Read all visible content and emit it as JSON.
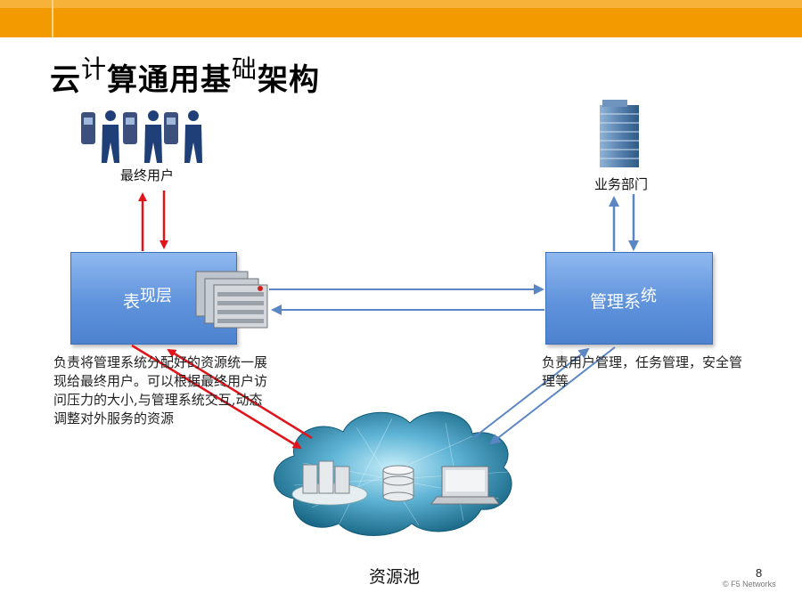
{
  "header": {
    "accent_color": "#f39a00"
  },
  "title": {
    "part1": "云",
    "part2": "计",
    "part3": "算通用基",
    "part4": "础",
    "part5": "架构"
  },
  "nodes": {
    "end_users": {
      "label": "最终用户",
      "icon": "users-and-phones-icon"
    },
    "business_dept": {
      "label": "业务部门",
      "icon": "office-building-icon"
    },
    "presentation_layer": {
      "label_part1": "表",
      "label_part2": "现层",
      "icon": "server-appliance-icon"
    },
    "management_system": {
      "label_part1": "管理系",
      "label_part2": "统"
    },
    "resource_pool": {
      "label": "资源池",
      "icon": "cloud-resources-icon"
    }
  },
  "descriptions": {
    "left": "负责将管理系统分配好的资源统一展现给最终用户。可以根据最终用户访问压力的大小,与管理系统交互,动态调整对外服务的资源",
    "right": "负责用户管理，任务管理，安全管理等"
  },
  "colors": {
    "red_arrow": "#e0141b",
    "blue_arrow": "#5a86c4",
    "box_blue": "#5f93dc"
  },
  "page_number": "8",
  "footer": "© F5 Networks"
}
